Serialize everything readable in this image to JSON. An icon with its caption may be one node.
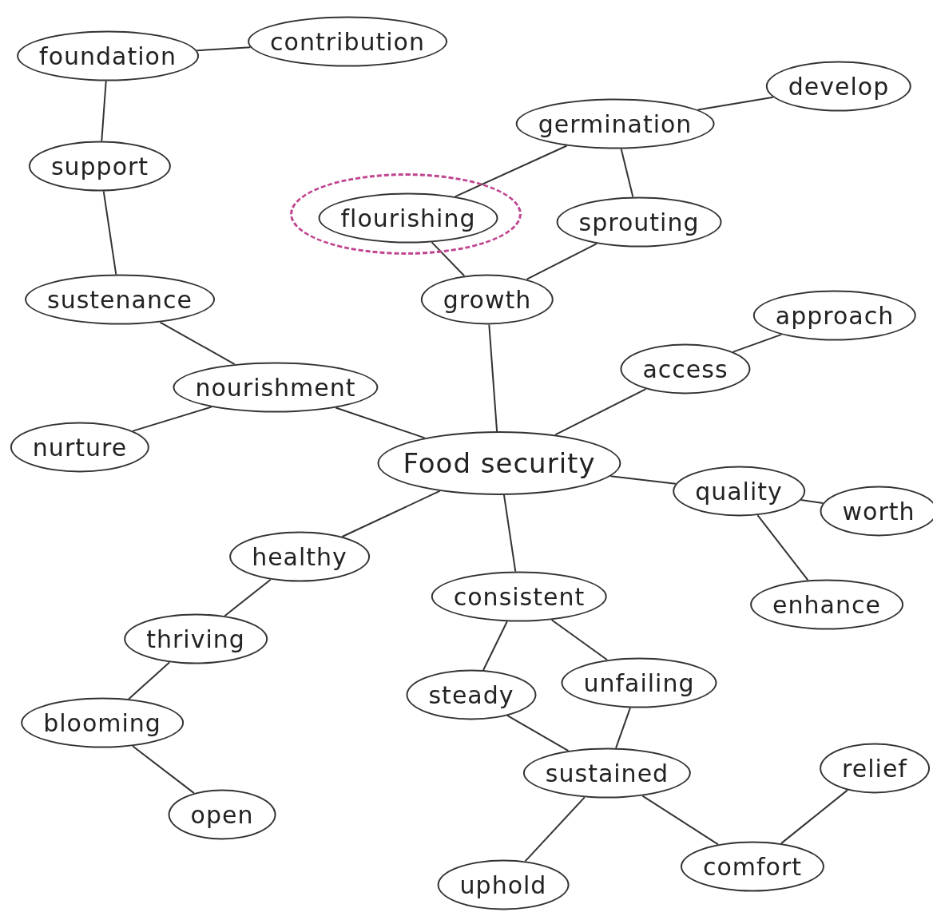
{
  "diagram": {
    "nodes": [
      {
        "text": [
          "foundation"
        ]
      },
      {
        "text": [
          "contribution"
        ]
      },
      {
        "text": [
          "support"
        ]
      },
      {
        "text": [
          "germination"
        ]
      },
      {
        "text": [
          "develop"
        ]
      },
      {
        "text": [],
        "shape": "ellipse"
      },
      {
        "text": [
          "flourishing"
        ],
        "in": 5
      },
      {
        "text": [
          "sprouting"
        ]
      },
      {
        "text": [
          "sustenance"
        ]
      },
      {
        "text": [
          "growth"
        ]
      },
      {
        "text": [
          "approach"
        ]
      },
      {
        "text": [
          "access"
        ]
      },
      {
        "text": [
          "nourishment"
        ]
      },
      {
        "text": [
          "nurture"
        ]
      },
      {
        "text": [
          "Food security"
        ]
      },
      {
        "text": [
          "quality"
        ]
      },
      {
        "text": [
          "worth"
        ]
      },
      {
        "text": [
          "healthy"
        ]
      },
      {
        "text": [
          "consistent"
        ]
      },
      {
        "text": [
          "enhance"
        ]
      },
      {
        "text": [
          "thriving"
        ]
      },
      {
        "text": [
          "steady"
        ]
      },
      {
        "text": [
          "unfailing"
        ]
      },
      {
        "text": [
          "blooming"
        ]
      },
      {
        "text": [
          "sustained"
        ]
      },
      {
        "text": [
          "relief"
        ]
      },
      {
        "text": [
          "open"
        ]
      },
      {
        "text": [
          "comfort"
        ]
      },
      {
        "text": [
          "uphold"
        ]
      }
    ],
    "edges": [
      {
        "from": 0,
        "to": 1,
        "arrow": "none"
      },
      {
        "from": 0,
        "to": 2,
        "arrow": "none"
      },
      {
        "from": 2,
        "to": 8,
        "arrow": "none"
      },
      {
        "from": 8,
        "to": 12,
        "arrow": "none"
      },
      {
        "from": 12,
        "to": 13,
        "arrow": "none"
      },
      {
        "from": 12,
        "to": 14,
        "arrow": "none"
      },
      {
        "from": 3,
        "to": 4,
        "arrow": "none"
      },
      {
        "from": 3,
        "to": 6,
        "arrow": "none"
      },
      {
        "from": 3,
        "to": 7,
        "arrow": "none"
      },
      {
        "from": 6,
        "to": 9,
        "arrow": "none"
      },
      {
        "from": 7,
        "to": 9,
        "arrow": "none"
      },
      {
        "from": 9,
        "to": 14,
        "arrow": "none"
      },
      {
        "from": 14,
        "to": 11,
        "arrow": "none"
      },
      {
        "from": 11,
        "to": 10,
        "arrow": "none"
      },
      {
        "from": 14,
        "to": 15,
        "arrow": "none"
      },
      {
        "from": 15,
        "to": 16,
        "arrow": "none"
      },
      {
        "from": 15,
        "to": 19,
        "arrow": "none"
      },
      {
        "from": 14,
        "to": 17,
        "arrow": "none"
      },
      {
        "from": 17,
        "to": 20,
        "arrow": "none"
      },
      {
        "from": 20,
        "to": 23,
        "arrow": "none"
      },
      {
        "from": 23,
        "to": 26,
        "arrow": "none"
      },
      {
        "from": 14,
        "to": 18,
        "arrow": "none"
      },
      {
        "from": 18,
        "to": 21,
        "arrow": "none"
      },
      {
        "from": 18,
        "to": 22,
        "arrow": "none"
      },
      {
        "from": 21,
        "to": 24,
        "arrow": "none"
      },
      {
        "from": 22,
        "to": 24,
        "arrow": "none"
      },
      {
        "from": 24,
        "to": 28,
        "arrow": "none"
      },
      {
        "from": 24,
        "to": 27,
        "arrow": "none"
      },
      {
        "from": 27,
        "to": 25,
        "arrow": "none"
      }
    ]
  }
}
